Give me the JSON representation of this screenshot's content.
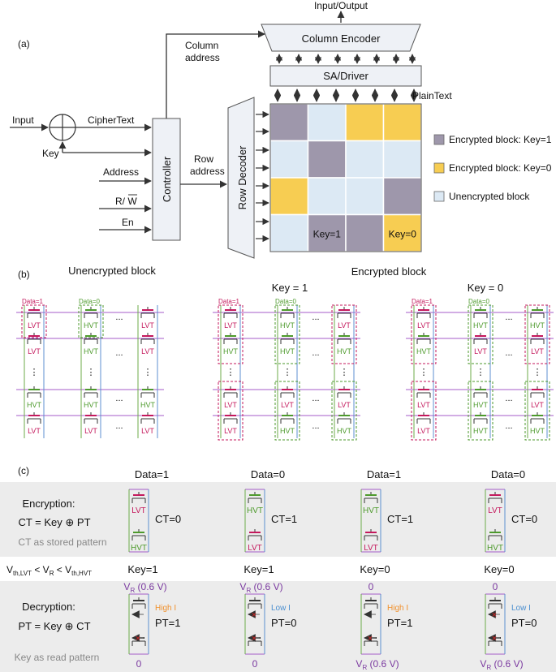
{
  "panel_a": {
    "label": "(a)",
    "input_output": "Input/Output",
    "column_encoder": "Column Encoder",
    "column_address": [
      "Column",
      "address"
    ],
    "sa_driver": "SA/Driver",
    "plaintext": "PlainText",
    "input": "Input",
    "ciphertext": "CipherText",
    "key": "Key",
    "address": "Address",
    "rw": "R/ W",
    "en": "En",
    "controller": "Controller",
    "row_address": [
      "Row",
      "address"
    ],
    "row_decoder": "Row Decoder",
    "grid": [
      [
        "E",
        "U",
        "K0",
        "K0"
      ],
      [
        "U",
        "E",
        "U",
        "U"
      ],
      [
        "K0",
        "U",
        "U",
        "E"
      ],
      [
        "U",
        "E",
        "E",
        "K0"
      ]
    ],
    "cell_labels": [
      {
        "row": 3,
        "col": 1,
        "text": "Key=1"
      },
      {
        "row": 3,
        "col": 3,
        "text": "Key=0"
      }
    ],
    "legend": [
      {
        "kind": "E",
        "label": "Encrypted block: Key=1",
        "color": "#9e97ab"
      },
      {
        "kind": "K0",
        "label": "Encrypted block: Key=0",
        "color": "#f7cd52"
      },
      {
        "kind": "U",
        "label": "Unencrypted block",
        "color": "#dce9f4"
      }
    ]
  },
  "panel_b": {
    "label": "(b)",
    "unencrypted_title": "Unencrypted block",
    "encrypted_title": "Encrypted block",
    "key1_title": "Key = 1",
    "key0_title": "Key = 0",
    "data1": "Data=1",
    "data0": "Data=0",
    "lvt": "LVT",
    "hvt": "HVT",
    "ellipsis": "...",
    "vdots": "⋮"
  },
  "panel_c": {
    "label": "(c)",
    "col_headers": [
      "Data=1",
      "Data=0",
      "Data=1",
      "Data=0"
    ],
    "encryption_title": "Encryption:",
    "encryption_formula": "CT = Key ⊕ PT",
    "ct_stored": "CT as stored pattern",
    "enc_results": [
      "CT=0",
      "CT=1",
      "CT=1",
      "CT=0"
    ],
    "vth_relation": "V_th,LVT < V_R < V_th,HVT",
    "key_headers": [
      "Key=1",
      "Key=1",
      "Key=0",
      "Key=0"
    ],
    "decryption_title": "Decryption:",
    "decryption_formula": "PT = Key ⊕ CT",
    "key_read": "Key as read pattern",
    "vr_label": "V",
    "vr_sub": "R",
    "vr_value": " (0.6 V)",
    "zero": "0",
    "currents": [
      "High I",
      "Low I",
      "High I",
      "Low I"
    ],
    "dec_results": [
      "PT=1",
      "PT=0",
      "PT=1",
      "PT=0"
    ],
    "colors": {
      "lvt": "#c4185c",
      "hvt": "#4d9a2c",
      "high_i": "#f0902c",
      "low_i": "#4b8fd0",
      "vr": "#7b3aa0",
      "band": "#ececec"
    }
  }
}
